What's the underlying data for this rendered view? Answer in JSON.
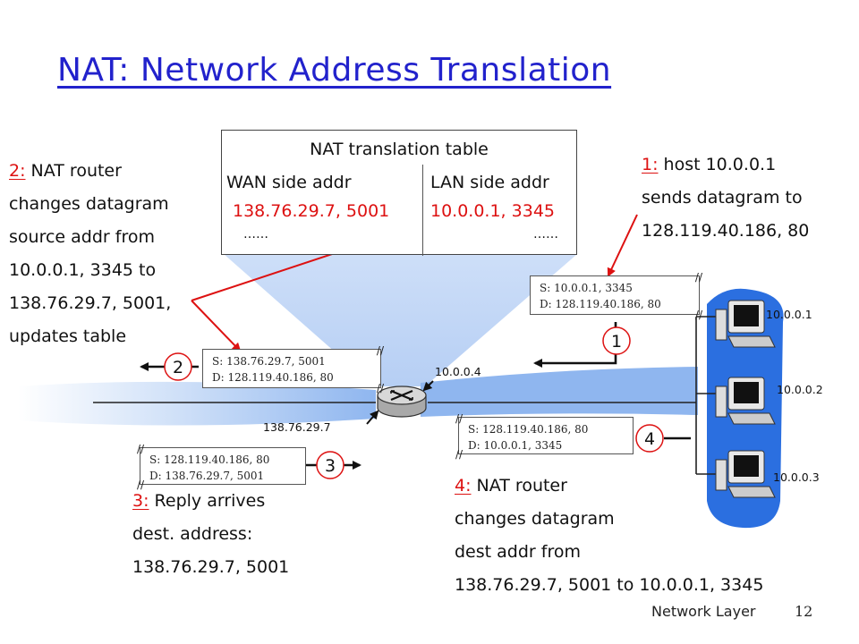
{
  "title": "NAT: Network Address Translation",
  "nat_table": {
    "title": "NAT translation table",
    "wan_header": "WAN side addr",
    "lan_header": "LAN side addr",
    "wan_entry": "138.76.29.7, 5001",
    "lan_entry": "10.0.0.1, 3345",
    "wan_more": "……",
    "lan_more": "……"
  },
  "annotations": {
    "step1": {
      "num": "1:",
      "lines": [
        " host 10.0.0.1",
        "sends datagram to",
        "128.119.40.186, 80"
      ]
    },
    "step2": {
      "num": "2:",
      "lines": [
        " NAT router",
        "changes datagram",
        "source addr from",
        "10.0.0.1, 3345 to",
        "138.76.29.7, 5001,",
        "updates table"
      ]
    },
    "step3": {
      "num": "3:",
      "lines": [
        " Reply arrives",
        " dest. address:",
        " 138.76.29.7, 5001"
      ]
    },
    "step4": {
      "num": "4:",
      "lines": [
        " NAT router",
        "changes datagram",
        "dest addr from",
        "138.76.29.7, 5001 to 10.0.0.1, 3345"
      ]
    }
  },
  "packets": {
    "p1": {
      "src": "S: 10.0.0.1, 3345",
      "dst": "D: 128.119.40.186, 80"
    },
    "p2": {
      "src": "S: 138.76.29.7, 5001",
      "dst": "D: 128.119.40.186, 80"
    },
    "p3": {
      "src": "S: 128.119.40.186, 80",
      "dst": "D: 138.76.29.7, 5001"
    },
    "p4": {
      "src": "S: 128.119.40.186, 80",
      "dst": "D: 10.0.0.1, 3345"
    }
  },
  "step_badges": {
    "b1": "1",
    "b2": "2",
    "b3": "3",
    "b4": "4"
  },
  "addresses": {
    "router_lan": "10.0.0.4",
    "router_wan": "138.76.29.7",
    "host1": "10.0.0.1",
    "host2": "10.0.0.2",
    "host3": "10.0.0.3"
  },
  "footer": {
    "label": "Network Layer",
    "page": "12"
  },
  "colors": {
    "title": "#2222cc",
    "arrow": "#dd1111",
    "cloud": "#2b6fe0",
    "badge_border": "#dd1111"
  }
}
